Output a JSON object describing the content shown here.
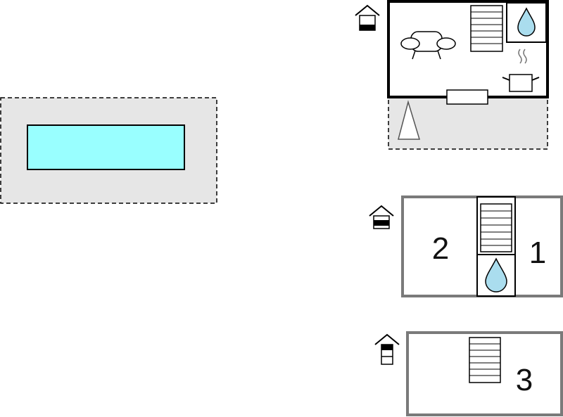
{
  "plan": {
    "colors": {
      "pool_water": "#99ffff",
      "terrace_fill": "#e6e6e6",
      "ground_floor_wall": "#000000",
      "upper_floor_wall": "#7a7a7a",
      "water_drop": "#aaddee"
    },
    "pool": {
      "icon": "pool"
    },
    "ground_floor": {
      "icons": [
        "floor-level-icon",
        "sofa-icon",
        "stairs-icon",
        "bathroom-drop-icon",
        "kitchen-pot-icon",
        "door-icon",
        "umbrella-icon"
      ]
    },
    "first_floor": {
      "rooms": [
        {
          "label": "2"
        },
        {
          "label": "1"
        }
      ],
      "icons": [
        "floor-level-icon",
        "stairs-icon",
        "bathroom-drop-icon"
      ]
    },
    "second_floor": {
      "rooms": [
        {
          "label": "3"
        }
      ],
      "icons": [
        "floor-level-icon",
        "stairs-icon"
      ]
    }
  }
}
